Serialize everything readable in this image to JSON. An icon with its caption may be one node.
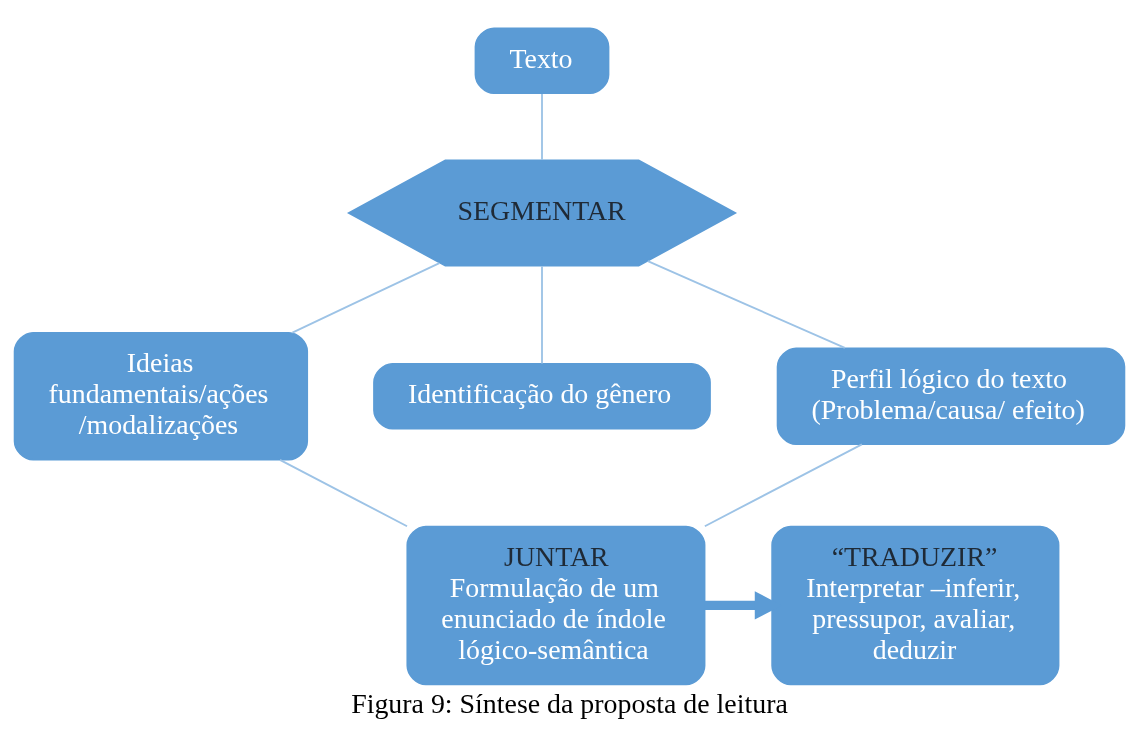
{
  "diagram": {
    "caption": "Figura 9: Síntese da proposta de leitura",
    "nodes": [
      {
        "text": [
          "Texto"
        ]
      },
      {
        "text": [
          "SEGMENTAR"
        ]
      },
      {
        "text": [
          "Ideias fundamentais/ações /modalizações"
        ]
      },
      {
        "text": [
          "Identificação do gênero"
        ]
      },
      {
        "text": [
          "Perfil lógico do texto (Problema/causa/ efeito)"
        ]
      },
      {
        "text": [
          "JUNTAR",
          "Formulação de um enunciado de índole lógico-semântica"
        ]
      },
      {
        "text": [
          "“TRADUZIR”",
          "Interpretar –inferir, pressupor, avaliar, deduzir"
        ]
      }
    ],
    "edges": [
      {
        "from": 0,
        "to": 1,
        "arrow": "none"
      },
      {
        "from": 1,
        "to": 2,
        "arrow": "none"
      },
      {
        "from": 1,
        "to": 3,
        "arrow": "none"
      },
      {
        "from": 1,
        "to": 4,
        "arrow": "none"
      },
      {
        "from": 2,
        "to": 5,
        "arrow": "none"
      },
      {
        "from": 4,
        "to": 5,
        "arrow": "none"
      },
      {
        "from": 5,
        "to": 6,
        "arrow": "to",
        "style": "thick",
        "color": "#5b9bd5"
      }
    ]
  }
}
